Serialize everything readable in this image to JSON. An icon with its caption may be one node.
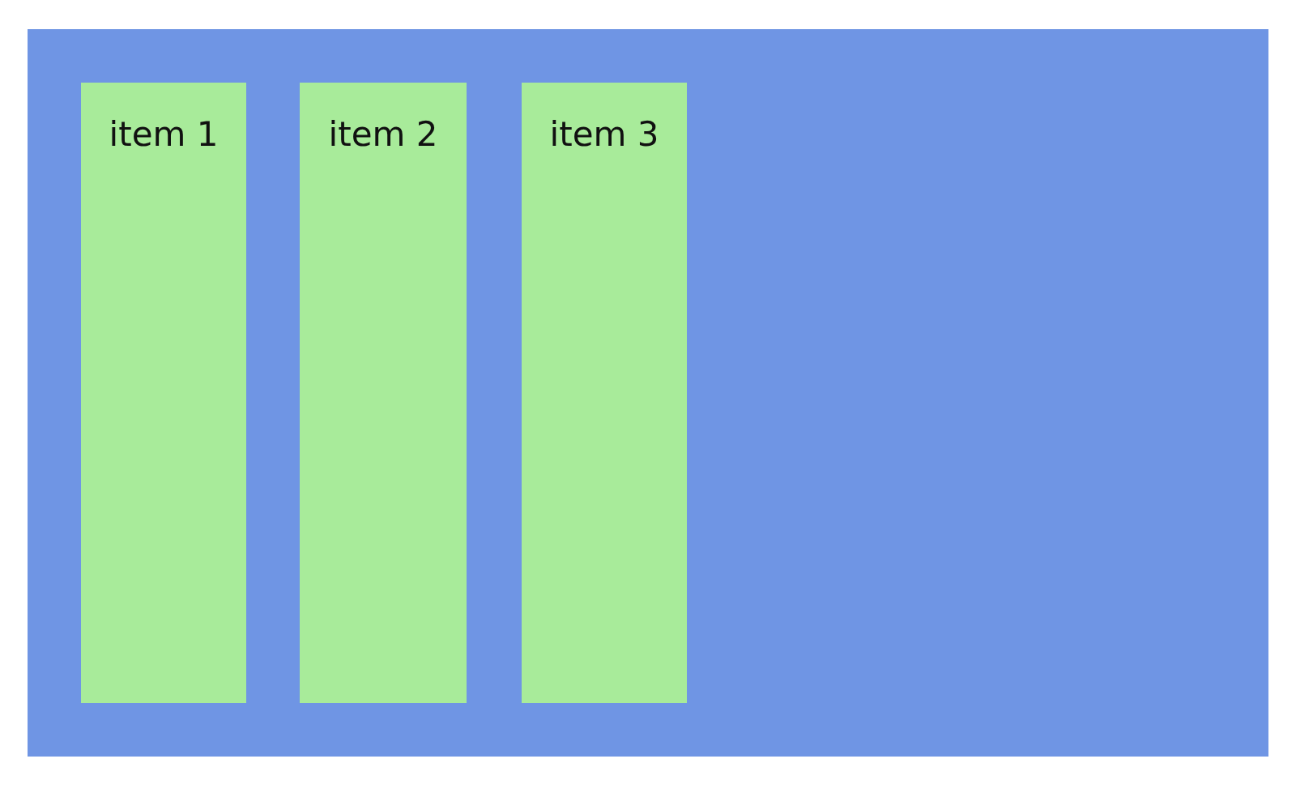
{
  "diagram": {
    "nodes": [
      {
        "text": [],
        "shape": "box"
      },
      {
        "text": [
          "item 1"
        ],
        "in": 0
      },
      {
        "text": [
          "item 2"
        ],
        "in": 0
      },
      {
        "text": [
          "item 3"
        ],
        "in": 0
      }
    ]
  }
}
